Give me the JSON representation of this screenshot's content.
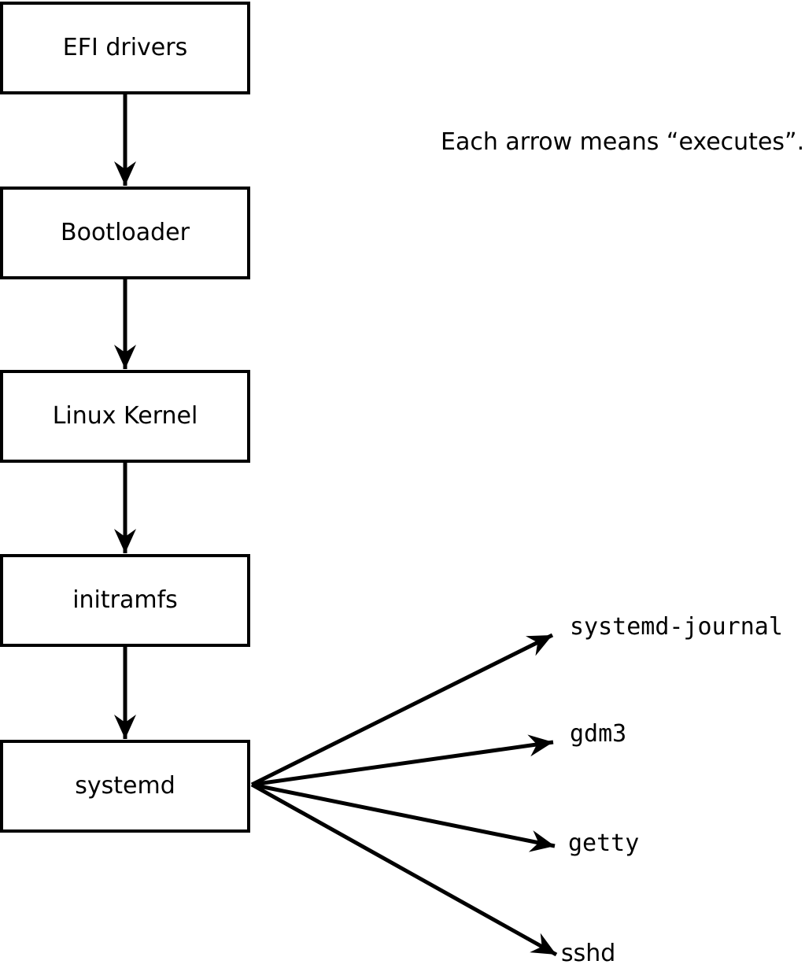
{
  "note": "Each arrow means “executes”.",
  "colors": {
    "foreground": "#000000",
    "background": "#ffffff"
  },
  "diagram": {
    "type": "flowchart",
    "edge_meaning": "executes",
    "boxes": [
      {
        "label": "EFI drivers"
      },
      {
        "label": "Bootloader"
      },
      {
        "label": "Linux Kernel"
      },
      {
        "label": "initramfs"
      },
      {
        "label": "systemd"
      }
    ],
    "chain_edges": [
      "EFI drivers -> Bootloader",
      "Bootloader -> Linux Kernel",
      "Linux Kernel -> initramfs",
      "initramfs -> systemd"
    ],
    "spawned": [
      {
        "label": "systemd-journal"
      },
      {
        "label": "gdm3"
      },
      {
        "label": "getty"
      },
      {
        "label": "sshd"
      }
    ],
    "spawn_edges": [
      "systemd -> systemd-journal",
      "systemd -> gdm3",
      "systemd -> getty",
      "systemd -> sshd"
    ]
  }
}
